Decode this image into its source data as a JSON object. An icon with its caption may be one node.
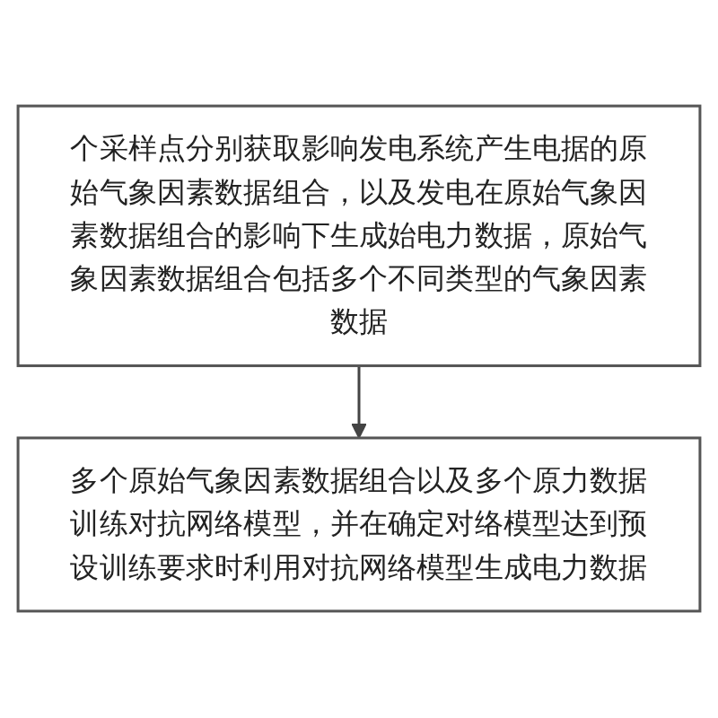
{
  "diagram": {
    "nodes": [
      {
        "text": [
          "个采样点分别获取影响发电系统产生电据的原始气象因素数据组合，以及发电在原始气象因素数据组合的影响下生成始电力数据，原始气象因素数据组合包括多个不同类型的气象因素数据"
        ]
      },
      {
        "text": [
          "多个原始气象因素数据组合以及多个原力数据训练对抗网络模型，并在确定对络模型达到预设训练要求时利用对抗网络模型生成电力数据"
        ]
      }
    ],
    "edges": [
      {
        "from": 0,
        "to": 1,
        "arrow": "to"
      }
    ]
  }
}
